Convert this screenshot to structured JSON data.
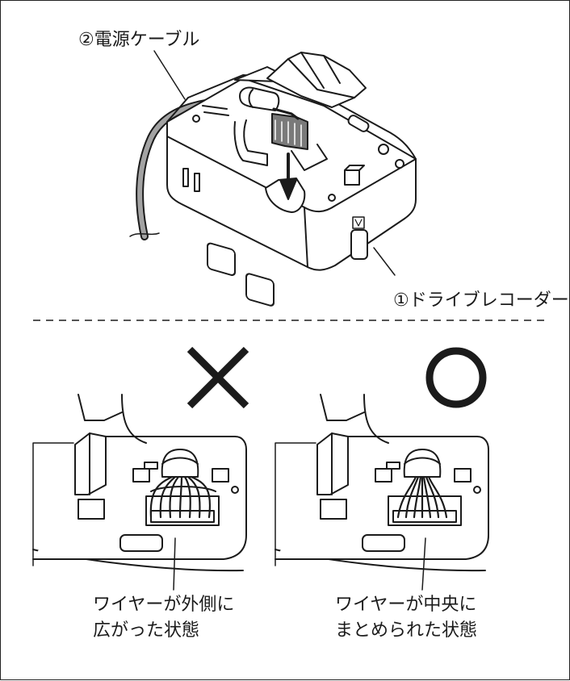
{
  "labels": {
    "power_cable": "②電源ケーブル",
    "drive_recorder": "①ドライブレコーダー",
    "bad_caption_line1": "ワイヤーが外側に",
    "bad_caption_line2": "広がった状態",
    "good_caption_line1": "ワイヤーが中央に",
    "good_caption_line2": "まとめられた状態"
  },
  "marks": {
    "bad": "cross-mark",
    "good": "circle-mark"
  },
  "colors": {
    "line": "#1b1b1b",
    "cable_gray": "#9a9a9a",
    "connector_gray": "#6f6f6f"
  }
}
